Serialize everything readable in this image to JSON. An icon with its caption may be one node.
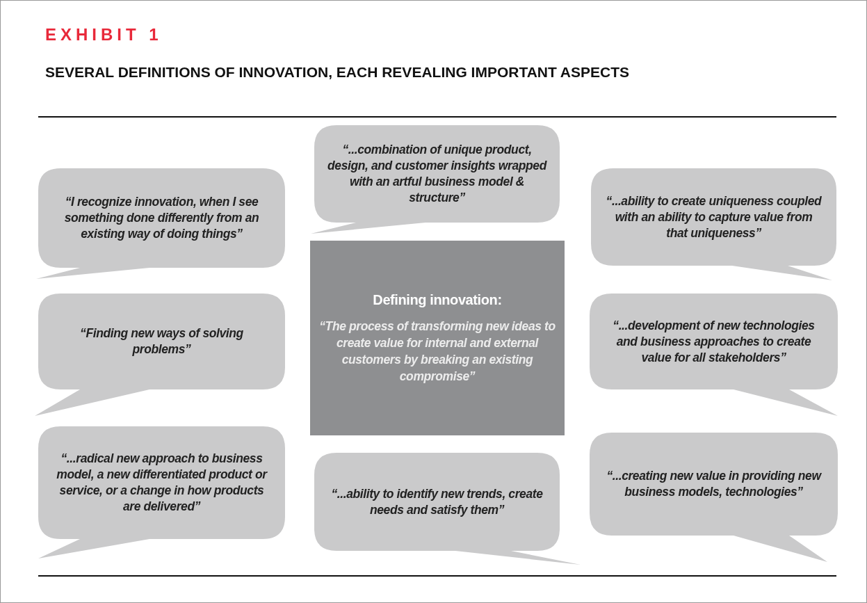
{
  "diagram": {
    "title": "SEVERAL DEFINITIONS OF INNOVATION, EACH REVEALING IMPORTANT ASPECTS",
    "labels": [
      "EXHIBIT 1"
    ],
    "nodes": [
      {
        "text": [
          "“I recognize innovation, when I see something done differently from an existing way of doing things”"
        ]
      },
      {
        "text": [
          "“...combination of unique product, design, and customer insights wrapped with an artful business model & structure”"
        ]
      },
      {
        "text": [
          "“...ability to create uniqueness coupled with an ability to capture value from that uniqueness”"
        ]
      },
      {
        "text": [
          "“Finding new ways of solving problems”"
        ]
      },
      {
        "text": [
          "Defining innovation:",
          "“The process of transforming new ideas to create value for internal and external customers by breaking an existing compromise”"
        ]
      },
      {
        "text": [
          "“...development of new technologies and business approaches to create value for all stakeholders”"
        ]
      },
      {
        "text": [
          "“...radical new approach to business model, a new differentiated product or service, or a change in how products are delivered”"
        ]
      },
      {
        "text": [
          "“...ability to identify new trends, create needs and satisfy them”"
        ]
      },
      {
        "text": [
          "“...creating new value in providing new business models, technologies”"
        ]
      }
    ]
  }
}
